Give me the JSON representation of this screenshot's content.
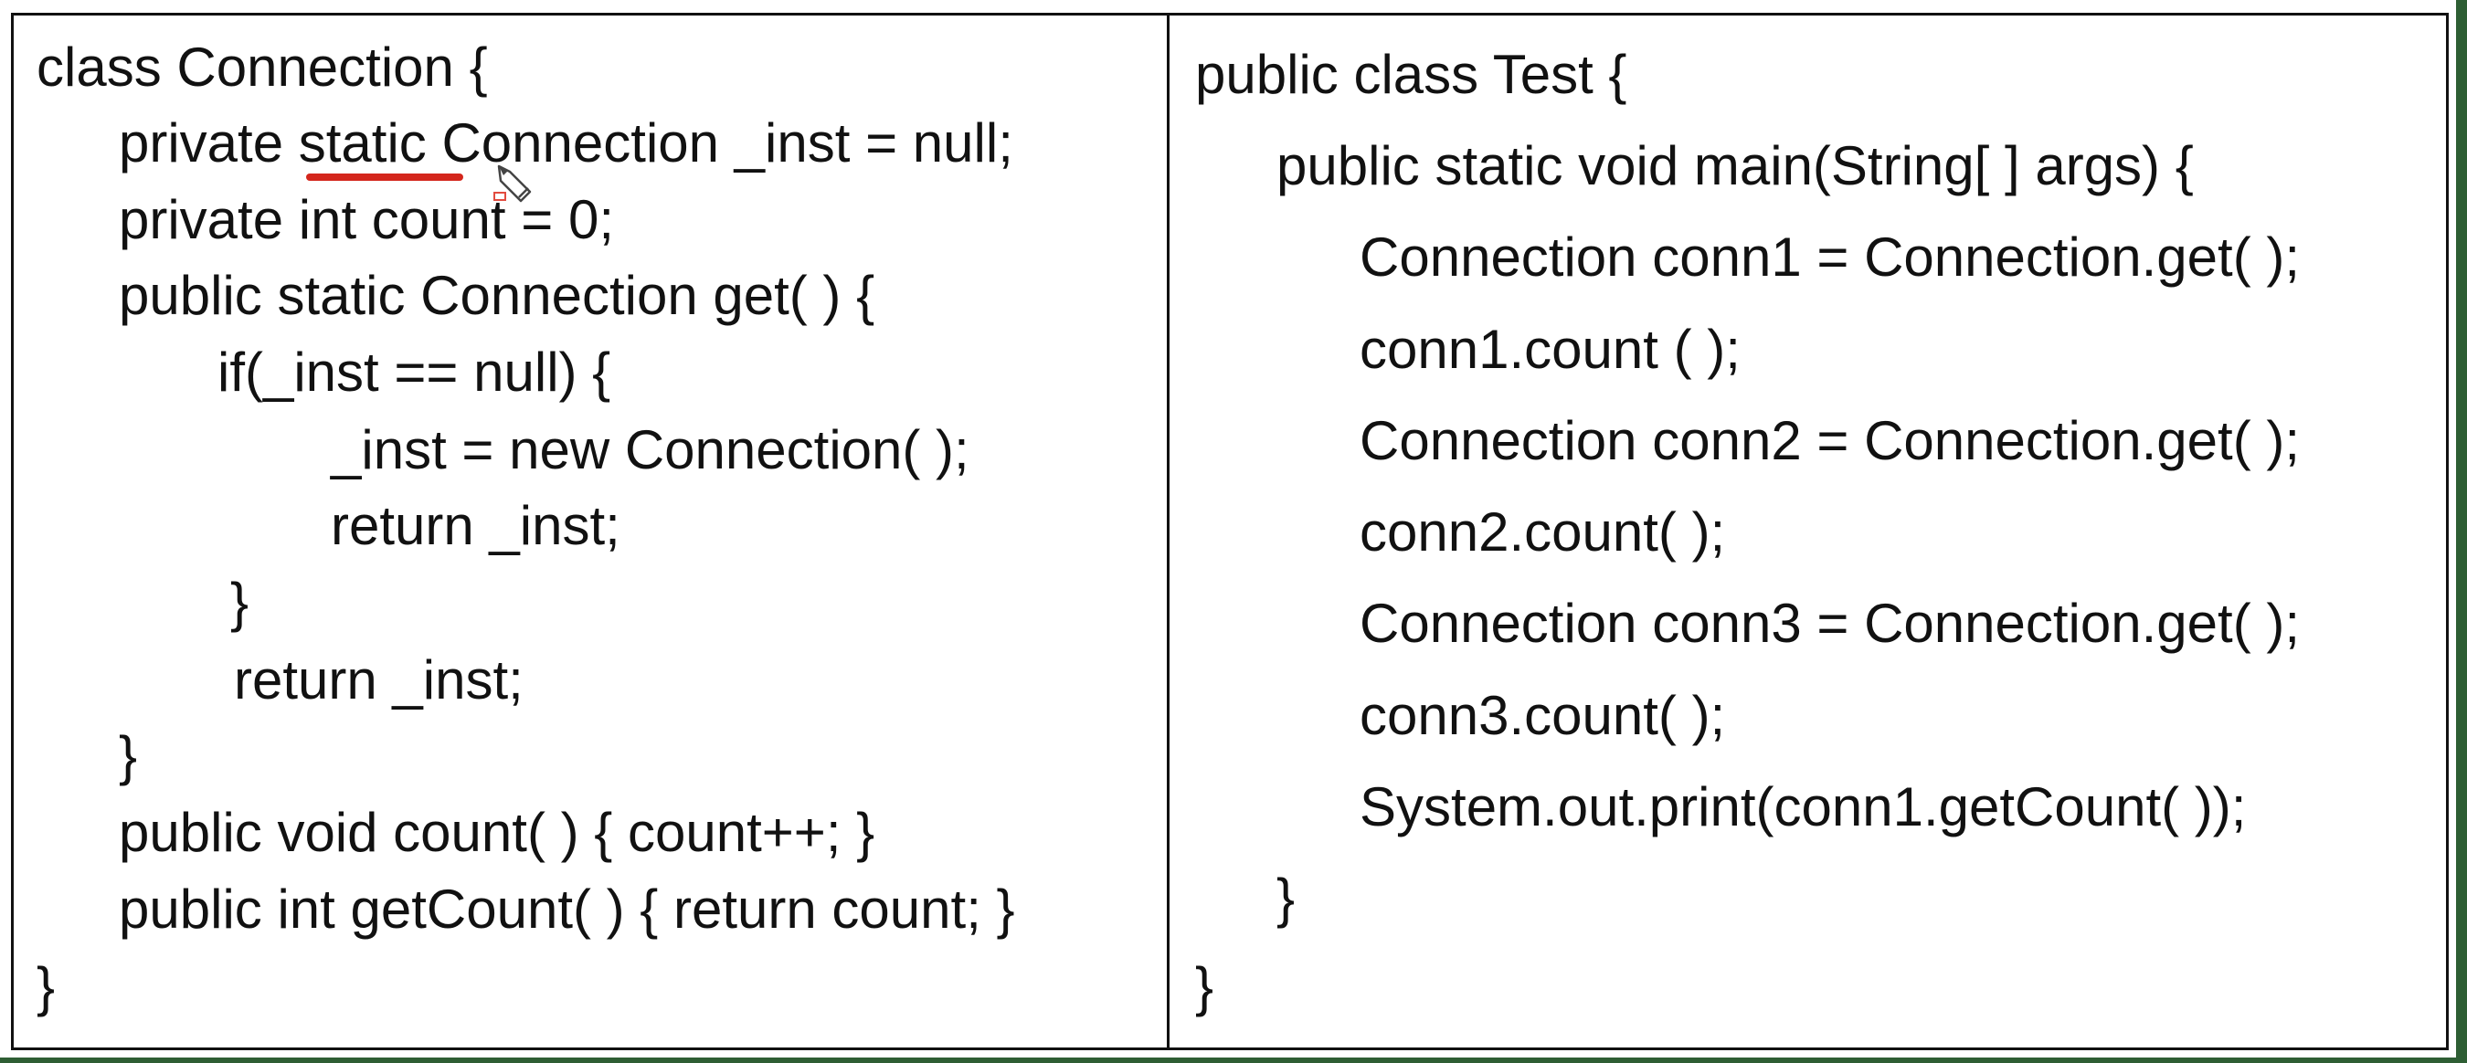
{
  "left_panel": {
    "lines": [
      "class Connection {",
      "private static Connection _inst = null;",
      "private int count = 0;",
      "public static Connection get( ) {",
      "if(_inst == null) {",
      "_inst = new Connection( );",
      "return _inst;",
      "}",
      "return _inst;",
      "}",
      "public void count( ) { count++; }",
      "public int getCount( ) { return count; }",
      "}"
    ]
  },
  "right_panel": {
    "lines": [
      "public class Test {",
      "public static void main(String[ ] args) {",
      "Connection conn1 = Connection.get( );",
      "conn1.count ( );",
      "Connection conn2 = Connection.get( );",
      "conn2.count( );",
      "Connection conn3 = Connection.get( );",
      "conn3.count( );",
      "System.out.print(conn1.getCount( ));",
      "}",
      "}"
    ]
  },
  "annotation": {
    "underline_color": "#d4261c",
    "cursor_icon": "pen-cursor-icon"
  },
  "colors": {
    "text": "#111111",
    "border": "#111111",
    "background": "#ffffff",
    "frame": "#2e5e34"
  }
}
